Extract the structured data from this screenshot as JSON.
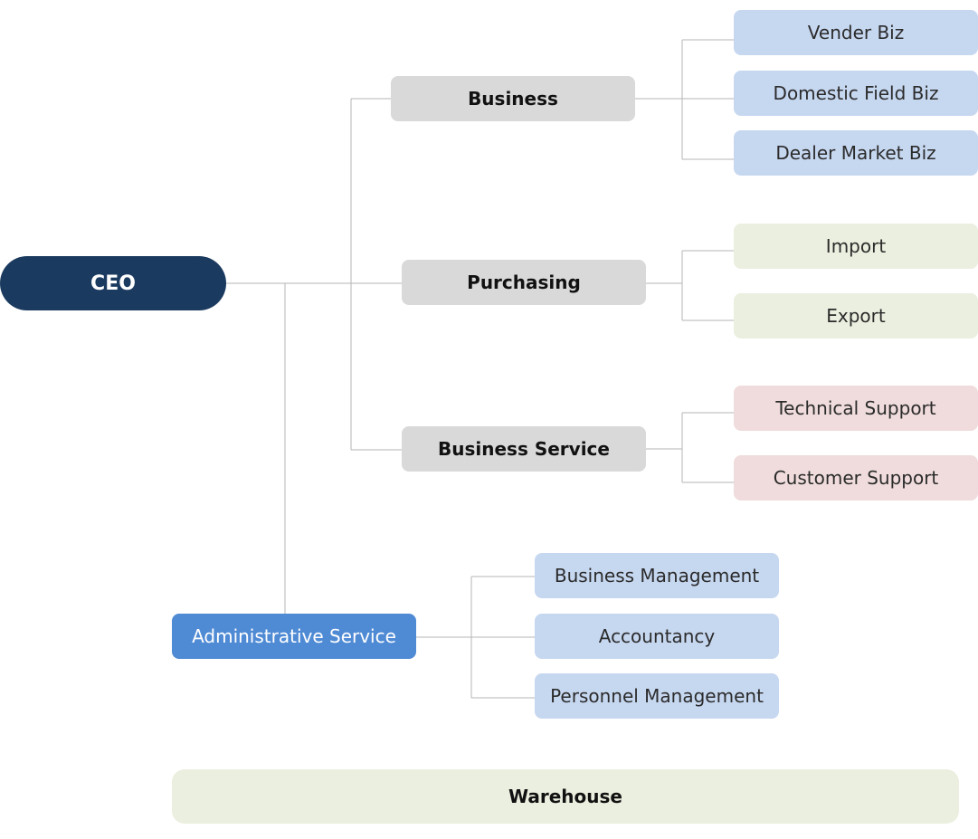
{
  "ceo": "CEO",
  "departments": {
    "business": {
      "label": "Business",
      "children": [
        "Vender Biz",
        "Domestic Field Biz",
        "Dealer Market Biz"
      ]
    },
    "purchasing": {
      "label": "Purchasing",
      "children": [
        "Import",
        "Export"
      ]
    },
    "business_service": {
      "label": "Business Service",
      "children": [
        "Technical Support",
        "Customer Support"
      ]
    },
    "administrative_service": {
      "label": "Administrative Service",
      "children": [
        "Business Management",
        "Accountancy",
        "Personnel Management"
      ]
    }
  },
  "warehouse": "Warehouse",
  "colors": {
    "ceo": "#1b3a5f",
    "department": "#d9d9d9",
    "administrative": "#4f8ad4",
    "business_children": "#c6d7f0",
    "purchasing_children": "#ebefdf",
    "service_children": "#f0dcdc",
    "admin_children": "#c6d7f0",
    "warehouse": "#ebefdf",
    "connector": "#b5b5b5"
  }
}
